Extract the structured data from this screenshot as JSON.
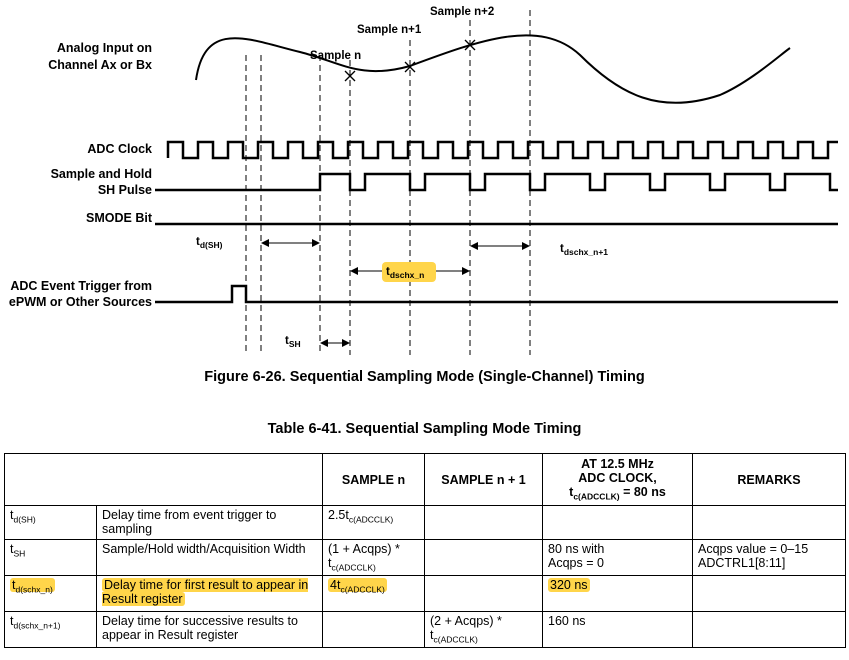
{
  "diagram": {
    "signal_labels": {
      "analog_line1": "Analog Input on",
      "analog_line2": "Channel Ax or Bx",
      "adc_clock": "ADC Clock",
      "sh_line1": "Sample and Hold",
      "sh_line2": "SH Pulse",
      "smode": "SMODE Bit",
      "trigger_line1": "ADC Event Trigger from",
      "trigger_line2": "ePWM or Other Sources"
    },
    "sample_labels": {
      "n": "Sample n",
      "n1": "Sample n+1",
      "n2": "Sample n+2"
    },
    "timing_labels": {
      "td_sh_main": "t",
      "td_sh_sub": "d(SH)",
      "tsh_main": "t",
      "tsh_sub": "SH",
      "tdschx_n_main": "t",
      "tdschx_n_sub": "dschx_n",
      "tdschx_n1_main": "t",
      "tdschx_n1_sub": "dschx_n+1"
    },
    "highlight_color": "#ffd54a"
  },
  "figure_caption": "Figure 6-26. Sequential Sampling Mode (Single-Channel) Timing",
  "table": {
    "caption": "Table 6-41. Sequential Sampling Mode Timing",
    "headers": {
      "sample_n": "SAMPLE n",
      "sample_n1": "SAMPLE n + 1",
      "at_line1": "AT 12.5 MHz",
      "at_line2": "ADC CLOCK,",
      "at_line3_main": "t",
      "at_line3_sub": "c(ADCCLK)",
      "at_line3_tail": " = 80 ns",
      "remarks": "REMARKS"
    },
    "rows": [
      {
        "sym_main": "t",
        "sym_sub": "d(SH)",
        "desc": "Delay time from event trigger to sampling",
        "sn_pre": "2.5t",
        "sn_sub": "c(ADCCLK)",
        "sn_post": "",
        "sn1_pre": "",
        "sn1_sub": "",
        "at": "",
        "at2": "",
        "rem": "",
        "rem2": ""
      },
      {
        "sym_main": "t",
        "sym_sub": "SH",
        "desc": "Sample/Hold width/Acquisition Width",
        "sn_pre": "(1 + Acqps) *",
        "sn_sub": "c(ADCCLK)",
        "sn_post": "t",
        "sn1_pre": "",
        "sn1_sub": "",
        "at": "80 ns with",
        "at2": "Acqps = 0",
        "rem": "Acqps value = 0–15",
        "rem2": "ADCTRL1[8:11]"
      },
      {
        "sym_main": "t",
        "sym_sub": "d(schx_n)",
        "desc": "Delay time for first result to appear in Result register",
        "sn_pre": "4t",
        "sn_sub": "c(ADCCLK)",
        "sn_post": "",
        "sn1_pre": "",
        "sn1_sub": "",
        "at": "320 ns",
        "at2": "",
        "rem": "",
        "rem2": ""
      },
      {
        "sym_main": "t",
        "sym_sub": "d(schx_n+1)",
        "desc": "Delay time for successive results to appear in Result register",
        "sn_pre": "",
        "sn_sub": "",
        "sn_post": "",
        "sn1_pre": "(2 + Acqps) *",
        "sn1_sub": "c(ADCCLK)",
        "sn1_post": "t",
        "at": "160 ns",
        "at2": "",
        "rem": "",
        "rem2": ""
      }
    ]
  }
}
